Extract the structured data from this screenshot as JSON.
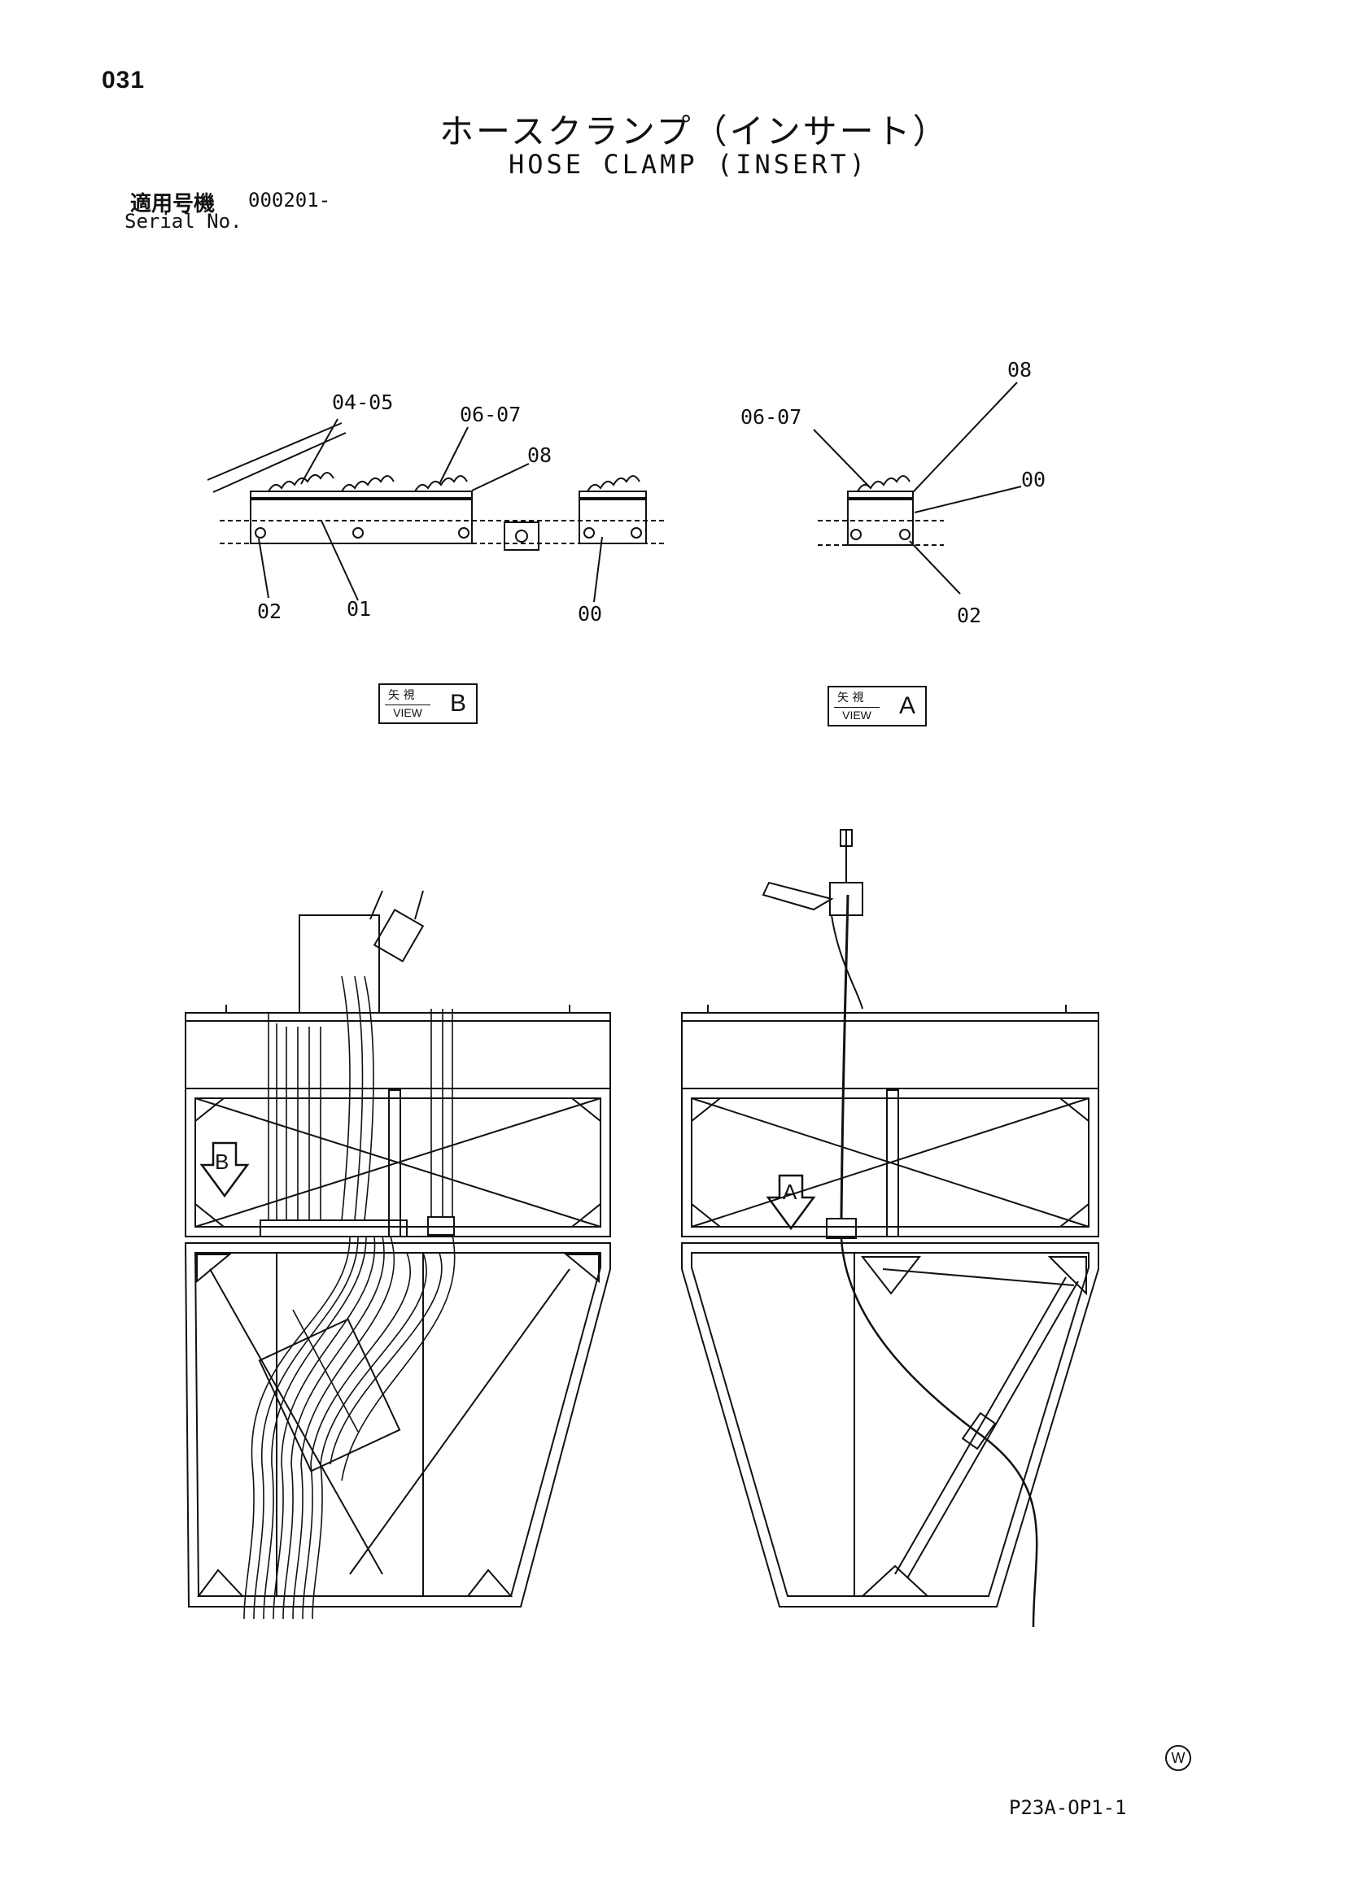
{
  "page_number": "031",
  "title": {
    "japanese": "ホースクランプ（インサート）",
    "english": "HOSE CLAMP (INSERT)"
  },
  "serial": {
    "label_japanese": "適用号機",
    "number": "000201-",
    "label_english": "Serial No."
  },
  "view_b": {
    "callouts": [
      "04-05",
      "06-07",
      "08",
      "02",
      "01",
      "00"
    ],
    "label_jp": "矢 視",
    "label_en": "VIEW",
    "letter": "B"
  },
  "view_a": {
    "callouts": [
      "08",
      "06-07",
      "00",
      "02"
    ],
    "label_jp": "矢 視",
    "label_en": "VIEW",
    "letter": "A"
  },
  "arrows": {
    "left": "B",
    "right": "A"
  },
  "footer": {
    "mark": "W",
    "code": "P23A-OP1-1"
  }
}
